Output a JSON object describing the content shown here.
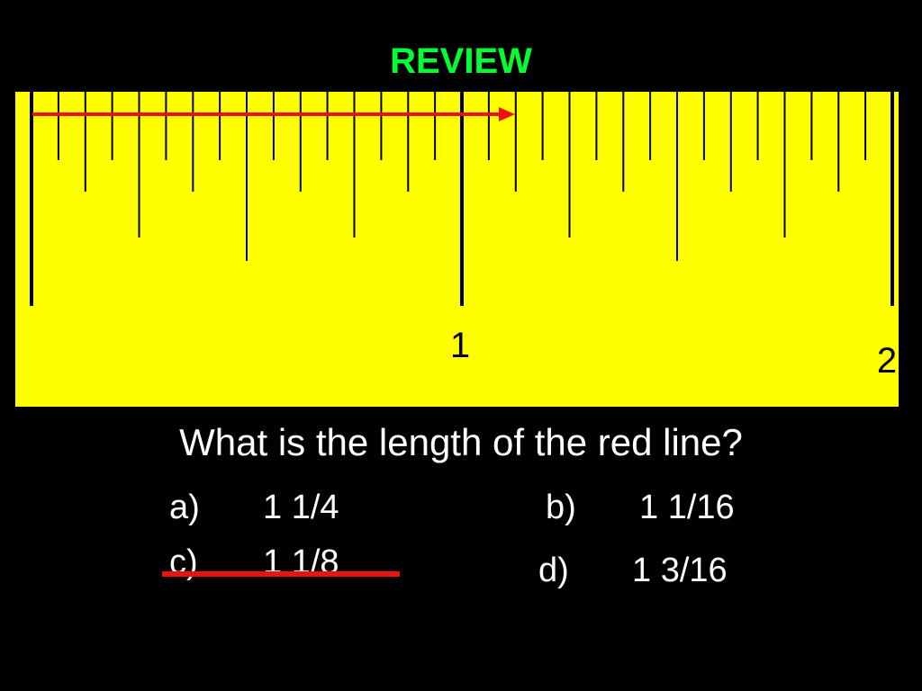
{
  "title": "REVIEW",
  "ruler": {
    "unit_labels": [
      "1",
      "2"
    ],
    "subdivisions_per_inch": 16,
    "red_line_length_inches": 1.125,
    "colors": {
      "ruler": "#ffff00",
      "ticks": "#000000",
      "arrow": "#ee1111",
      "title": "#00ff33"
    }
  },
  "question": "What is the length of the red line?",
  "options": {
    "a": {
      "letter": "a)",
      "value": "1 1/4"
    },
    "b": {
      "letter": "b)",
      "value": "1 1/16"
    },
    "c": {
      "letter": "c)",
      "value": "1 1/8"
    },
    "d": {
      "letter": "d)",
      "value": "1 3/16"
    }
  },
  "answer_marked": "c"
}
